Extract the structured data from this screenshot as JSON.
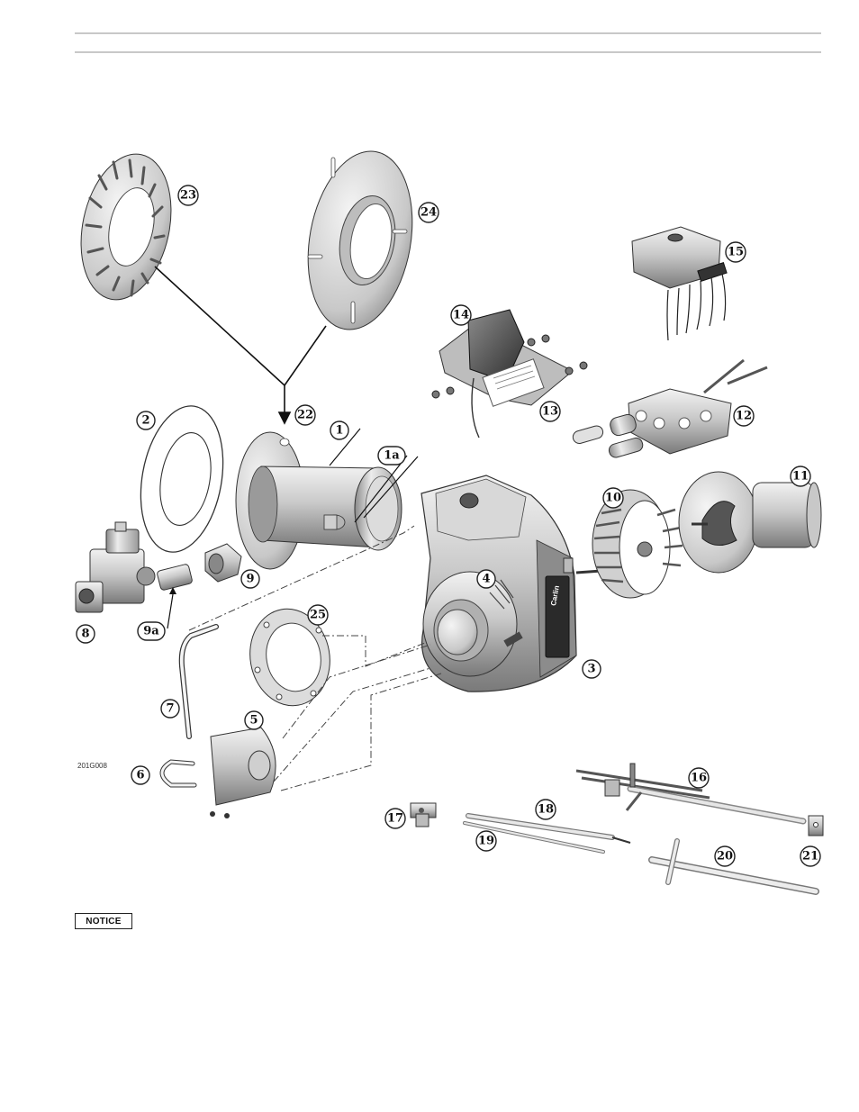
{
  "figure": {
    "drawing_code": "201G008",
    "callouts": [
      {
        "label": "1"
      },
      {
        "label": "1a"
      },
      {
        "label": "2"
      },
      {
        "label": "3"
      },
      {
        "label": "4"
      },
      {
        "label": "5"
      },
      {
        "label": "6"
      },
      {
        "label": "7"
      },
      {
        "label": "8"
      },
      {
        "label": "9"
      },
      {
        "label": "9a"
      },
      {
        "label": "10"
      },
      {
        "label": "11"
      },
      {
        "label": "12"
      },
      {
        "label": "13"
      },
      {
        "label": "14"
      },
      {
        "label": "15"
      },
      {
        "label": "16"
      },
      {
        "label": "17"
      },
      {
        "label": "18"
      },
      {
        "label": "19"
      },
      {
        "label": "20"
      },
      {
        "label": "21"
      },
      {
        "label": "22"
      },
      {
        "label": "23"
      },
      {
        "label": "24"
      },
      {
        "label": "25"
      }
    ],
    "housing_brand": "Carlin"
  },
  "notice": {
    "label": "NOTICE"
  },
  "colors": {
    "metal_light": "#e6e6e6",
    "metal_mid": "#b5b5b5",
    "metal_dark": "#6e6e6e",
    "line": "#222222"
  }
}
